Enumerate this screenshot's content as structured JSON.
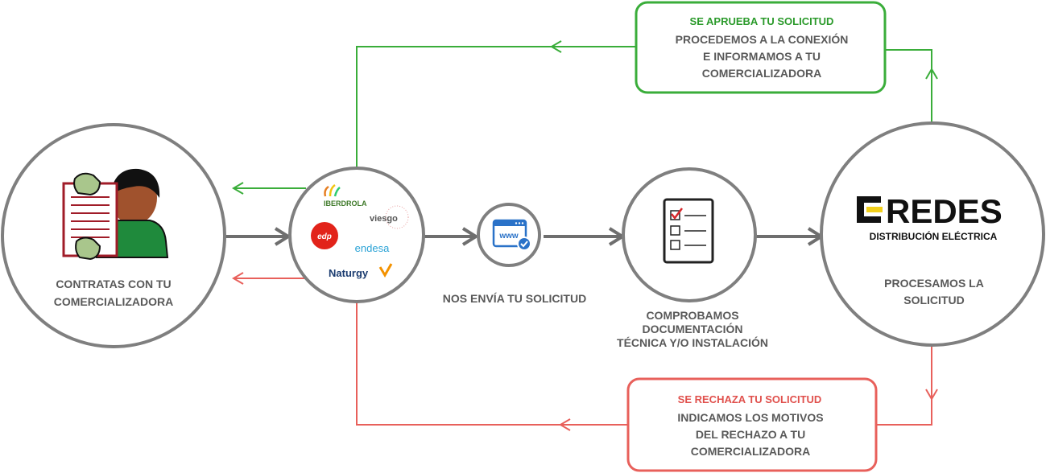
{
  "colors": {
    "gray_line": "#6e6e6e",
    "circle_stroke": "#7f7f7f",
    "green": "#3aad3a",
    "red": "#e8605b",
    "caption_gray": "#595959"
  },
  "customer": {
    "icon": "customer-with-contract-icon",
    "caption_line1": "CONTRATAS CON TU",
    "caption_line2": "COMERCIALIZADORA"
  },
  "retailers": {
    "logos": [
      {
        "name": "IBERDROLA",
        "icon": "iberdrola-logo"
      },
      {
        "name": "viesgo",
        "icon": "viesgo-logo"
      },
      {
        "name": "edp",
        "icon": "edp-logo"
      },
      {
        "name": "endesa",
        "icon": "endesa-logo"
      },
      {
        "name": "Naturgy",
        "icon": "naturgy-logo"
      }
    ]
  },
  "request": {
    "icon": "www-browser-check-icon",
    "icon_text": "www",
    "caption": "NOS ENVÍA TU SOLICITUD"
  },
  "checklist": {
    "icon": "checklist-icon",
    "caption_line1": "COMPROBAMOS",
    "caption_line2": "DOCUMENTACIÓN",
    "caption_line3": "TÉCNICA Y/O INSTALACIÓN"
  },
  "eredes": {
    "logo_text": "REDES",
    "logo_subtitle": "DISTRIBUCIÓN ELÉCTRICA",
    "caption_line1": "PROCESAMOS LA",
    "caption_line2": "SOLICITUD"
  },
  "approved": {
    "title": "SE APRUEBA TU SOLICITUD",
    "line1": "PROCEDEMOS A LA CONEXIÓN",
    "line2": "E INFORMAMOS A TU",
    "line3": "COMERCIALIZADORA"
  },
  "rejected": {
    "title": "SE RECHAZA TU SOLICITUD",
    "line1": "INDICAMOS LOS MOTIVOS",
    "line2": "DEL RECHAZO A TU",
    "line3": "COMERCIALIZADORA"
  }
}
